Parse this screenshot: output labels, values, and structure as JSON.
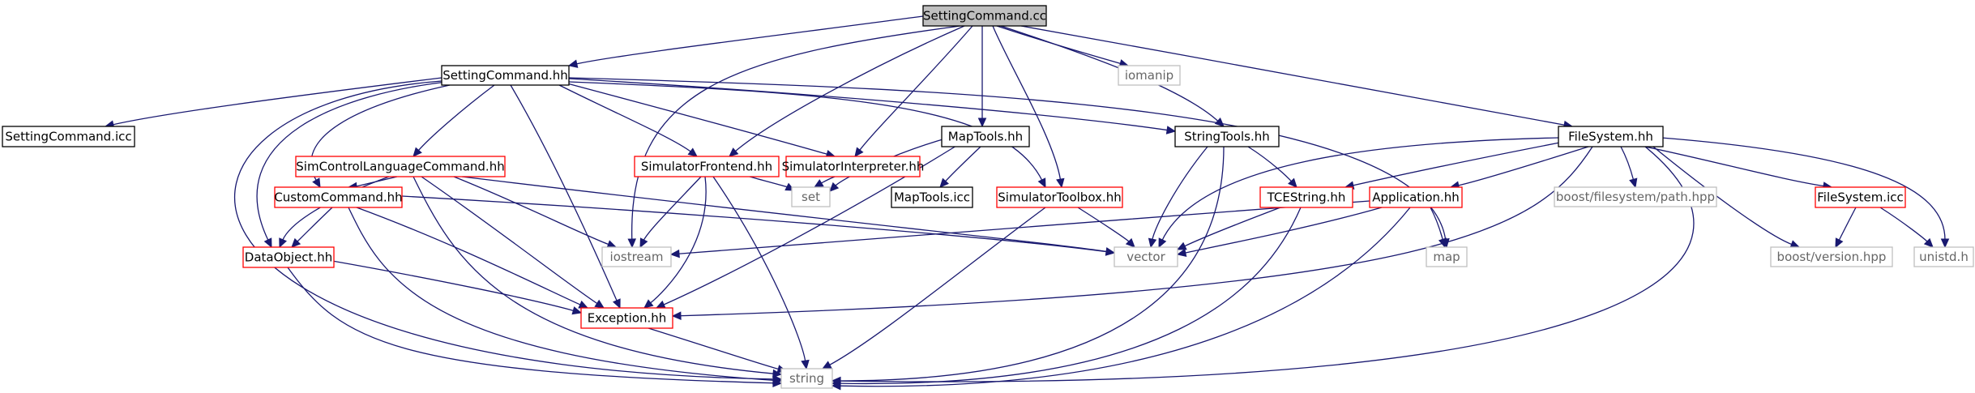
{
  "diagram": {
    "type": "include-dependency-graph",
    "colors": {
      "root_fill": "#bfbfbf",
      "root_border": "#000000",
      "documented_border": "#000000",
      "linked_border": "#ff0000",
      "external_border": "#bfbfbf",
      "edge": "#191970",
      "text_internal": "#000000",
      "text_external": "#666666"
    },
    "nodes": [
      {
        "id": "setting_cc",
        "label": "SettingCommand.cc",
        "kind": "root"
      },
      {
        "id": "setting_hh",
        "label": "SettingCommand.hh",
        "kind": "documented"
      },
      {
        "id": "iomanip",
        "label": "iomanip",
        "kind": "external"
      },
      {
        "id": "filesystem_hh",
        "label": "FileSystem.hh",
        "kind": "documented"
      },
      {
        "id": "setting_icc",
        "label": "SettingCommand.icc",
        "kind": "documented"
      },
      {
        "id": "simcontrol",
        "label": "SimControlLanguageCommand.hh",
        "kind": "linked"
      },
      {
        "id": "simfrontend",
        "label": "SimulatorFrontend.hh",
        "kind": "linked"
      },
      {
        "id": "siminterp",
        "label": "SimulatorInterpreter.hh",
        "kind": "linked"
      },
      {
        "id": "maptools_hh",
        "label": "MapTools.hh",
        "kind": "documented"
      },
      {
        "id": "stringtools",
        "label": "StringTools.hh",
        "kind": "documented"
      },
      {
        "id": "customcmd",
        "label": "CustomCommand.hh",
        "kind": "linked"
      },
      {
        "id": "set",
        "label": "set",
        "kind": "external"
      },
      {
        "id": "maptools_icc",
        "label": "MapTools.icc",
        "kind": "documented"
      },
      {
        "id": "simtoolbox",
        "label": "SimulatorToolbox.hh",
        "kind": "linked"
      },
      {
        "id": "tcestring",
        "label": "TCEString.hh",
        "kind": "linked"
      },
      {
        "id": "application",
        "label": "Application.hh",
        "kind": "linked"
      },
      {
        "id": "boost_path",
        "label": "boost/filesystem/path.hpp",
        "kind": "external"
      },
      {
        "id": "filesystem_icc",
        "label": "FileSystem.icc",
        "kind": "linked"
      },
      {
        "id": "dataobject",
        "label": "DataObject.hh",
        "kind": "linked"
      },
      {
        "id": "iostream",
        "label": "iostream",
        "kind": "external"
      },
      {
        "id": "vector",
        "label": "vector",
        "kind": "external"
      },
      {
        "id": "map",
        "label": "map",
        "kind": "external"
      },
      {
        "id": "boost_version",
        "label": "boost/version.hpp",
        "kind": "external"
      },
      {
        "id": "unistd",
        "label": "unistd.h",
        "kind": "external"
      },
      {
        "id": "exception",
        "label": "Exception.hh",
        "kind": "linked"
      },
      {
        "id": "string",
        "label": "string",
        "kind": "external"
      }
    ],
    "edges": [
      [
        "setting_cc",
        "setting_hh"
      ],
      [
        "setting_cc",
        "iomanip"
      ],
      [
        "setting_cc",
        "filesystem_hh"
      ],
      [
        "setting_cc",
        "simfrontend"
      ],
      [
        "setting_cc",
        "siminterp"
      ],
      [
        "setting_cc",
        "maptools_hh"
      ],
      [
        "setting_cc",
        "simtoolbox"
      ],
      [
        "setting_cc",
        "stringtools"
      ],
      [
        "setting_cc",
        "iostream"
      ],
      [
        "setting_hh",
        "setting_icc"
      ],
      [
        "setting_hh",
        "simcontrol"
      ],
      [
        "setting_hh",
        "simfrontend"
      ],
      [
        "setting_hh",
        "siminterp"
      ],
      [
        "setting_hh",
        "stringtools"
      ],
      [
        "setting_hh",
        "customcmd"
      ],
      [
        "setting_hh",
        "dataobject"
      ],
      [
        "setting_hh",
        "exception"
      ],
      [
        "setting_hh",
        "string"
      ],
      [
        "setting_hh",
        "simtoolbox"
      ],
      [
        "setting_hh",
        "map"
      ],
      [
        "simcontrol",
        "customcmd"
      ],
      [
        "simcontrol",
        "dataobject"
      ],
      [
        "simcontrol",
        "iostream"
      ],
      [
        "simcontrol",
        "exception"
      ],
      [
        "simcontrol",
        "string"
      ],
      [
        "simcontrol",
        "vector"
      ],
      [
        "customcmd",
        "dataobject"
      ],
      [
        "customcmd",
        "exception"
      ],
      [
        "customcmd",
        "string"
      ],
      [
        "customcmd",
        "vector"
      ],
      [
        "dataobject",
        "exception"
      ],
      [
        "dataobject",
        "string"
      ],
      [
        "exception",
        "string"
      ],
      [
        "simfrontend",
        "set"
      ],
      [
        "simfrontend",
        "iostream"
      ],
      [
        "simfrontend",
        "exception"
      ],
      [
        "simfrontend",
        "string"
      ],
      [
        "siminterp",
        "set"
      ],
      [
        "maptools_hh",
        "set"
      ],
      [
        "maptools_hh",
        "maptools_icc"
      ],
      [
        "maptools_hh",
        "exception"
      ],
      [
        "simtoolbox",
        "vector"
      ],
      [
        "simtoolbox",
        "string"
      ],
      [
        "stringtools",
        "tcestring"
      ],
      [
        "stringtools",
        "vector"
      ],
      [
        "stringtools",
        "string"
      ],
      [
        "tcestring",
        "vector"
      ],
      [
        "tcestring",
        "string"
      ],
      [
        "application",
        "iostream"
      ],
      [
        "application",
        "vector"
      ],
      [
        "application",
        "map"
      ],
      [
        "application",
        "string"
      ],
      [
        "filesystem_hh",
        "tcestring"
      ],
      [
        "filesystem_hh",
        "application"
      ],
      [
        "filesystem_hh",
        "boost_path"
      ],
      [
        "filesystem_hh",
        "filesystem_icc"
      ],
      [
        "filesystem_hh",
        "boost_version"
      ],
      [
        "filesystem_hh",
        "unistd"
      ],
      [
        "filesystem_hh",
        "vector"
      ],
      [
        "filesystem_hh",
        "exception"
      ],
      [
        "filesystem_hh",
        "string"
      ],
      [
        "filesystem_icc",
        "boost_version"
      ],
      [
        "filesystem_icc",
        "unistd"
      ]
    ]
  }
}
